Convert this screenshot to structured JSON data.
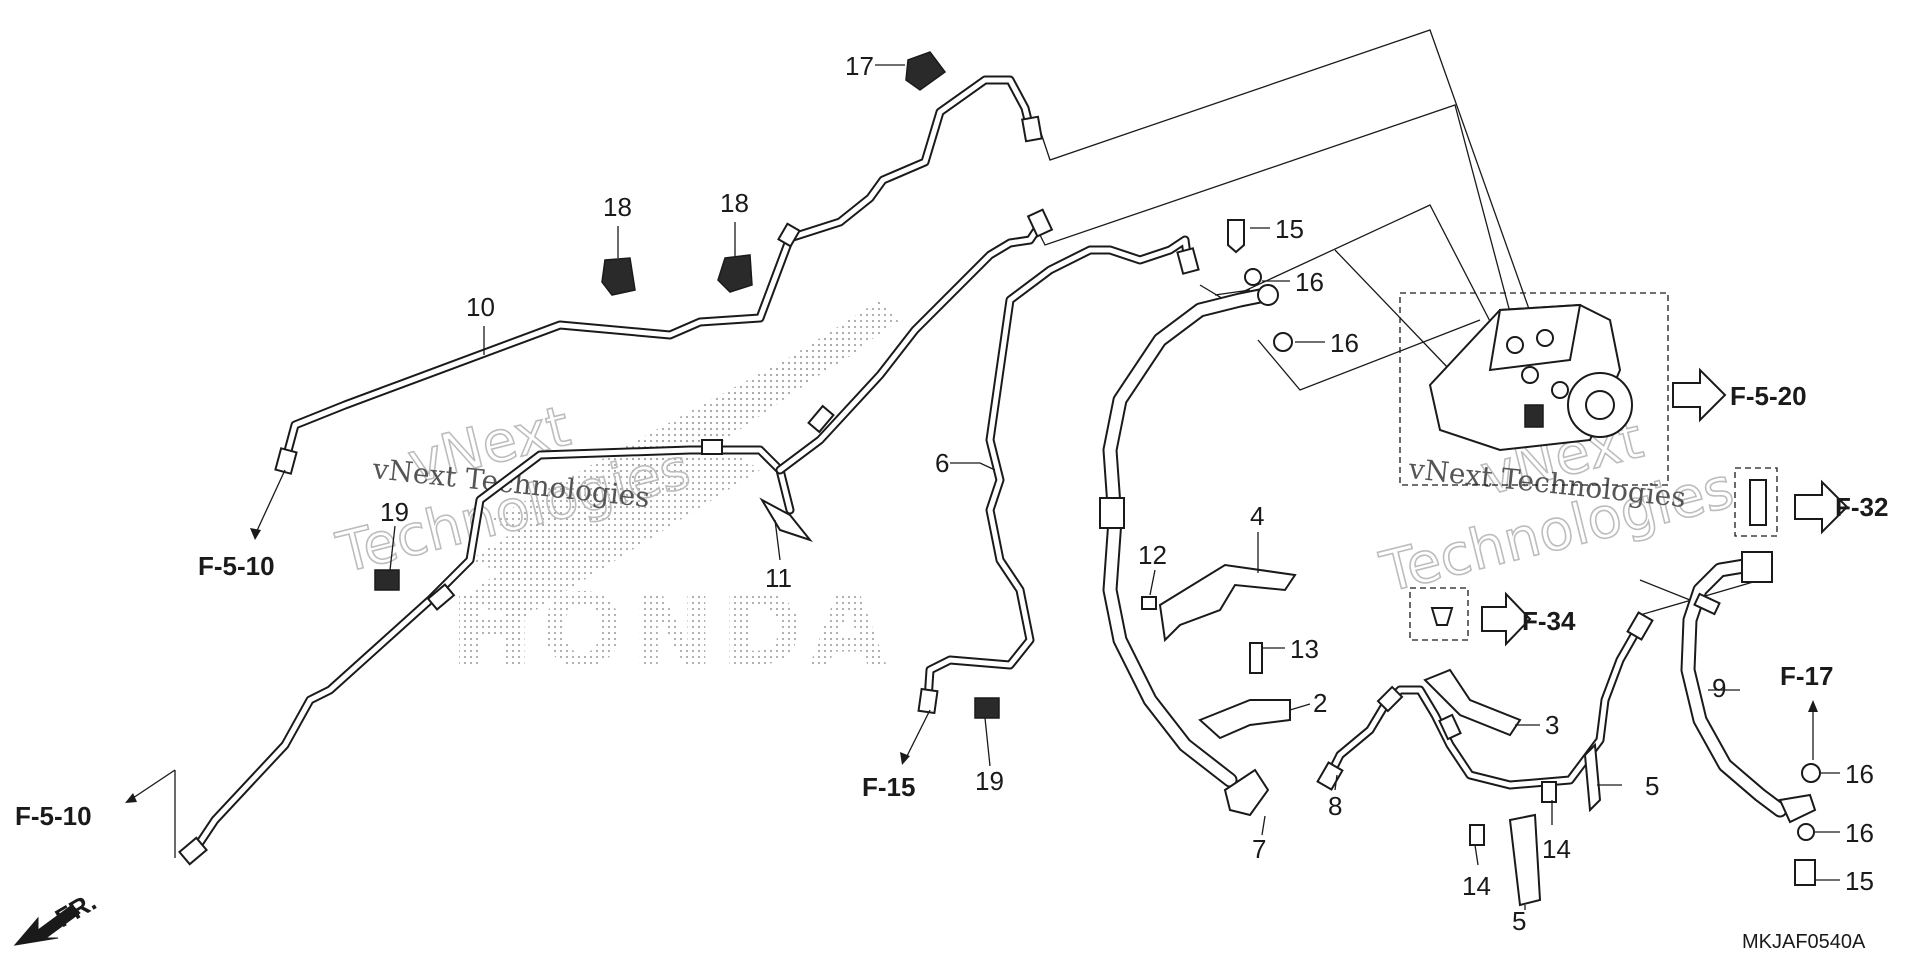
{
  "diagram_code": "MKJAF0540A",
  "front_marker": "FR.",
  "callouts": {
    "c1": "17",
    "c2": "18",
    "c3": "18",
    "c4": "10",
    "c5": "19",
    "c6": "11",
    "c7": "6",
    "c8": "19",
    "c9": "15",
    "c10": "16",
    "c11": "16",
    "c12": "4",
    "c13": "12",
    "c14": "13",
    "c15": "2",
    "c16": "3",
    "c17": "8",
    "c18": "7",
    "c19": "5",
    "c20": "5",
    "c21": "14",
    "c22": "14",
    "c23": "9",
    "c24": "16",
    "c25": "16",
    "c26": "15"
  },
  "refs": {
    "r1": "F-5-10",
    "r2": "F-5-10",
    "r3": "F-15",
    "r4": "F-5-20",
    "r5": "F-32",
    "r6": "F-34",
    "r7": "F-17"
  },
  "watermark": {
    "line1": "vNext",
    "line2": "Technologies",
    "small": "vNext Technologies",
    "brand": "HONDA"
  }
}
